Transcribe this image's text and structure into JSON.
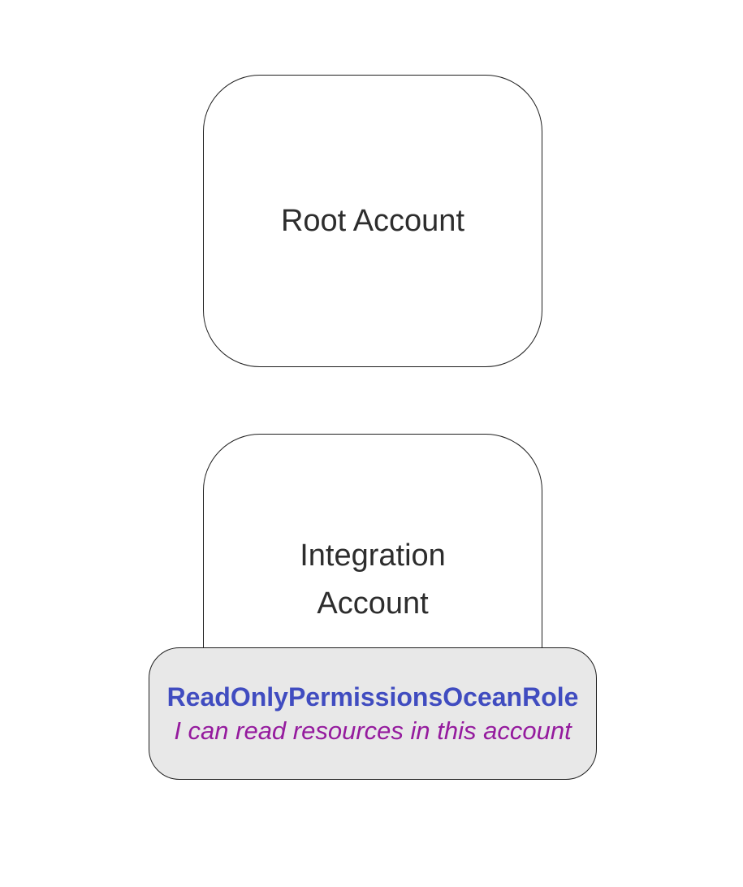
{
  "diagram": {
    "nodes": {
      "root_account": {
        "label": "Root Account"
      },
      "integration_account": {
        "label": "Integration Account"
      }
    },
    "role_badge": {
      "name": "ReadOnlyPermissionsOceanRole",
      "description": "I can read resources in this account"
    },
    "colors": {
      "node_border": "#1f1f1f",
      "node_fill": "#ffffff",
      "node_text": "#2d2d2d",
      "badge_fill": "#e8e8e8",
      "badge_border": "#1f1f1f",
      "role_name_color": "#404cc0",
      "role_description_color": "#951b9e",
      "canvas_bg": "#ffffff"
    }
  }
}
